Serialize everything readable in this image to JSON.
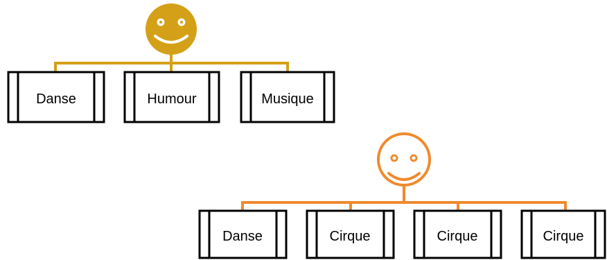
{
  "colors": {
    "top_tree": "#D4A017",
    "bottom_tree": "#F08A2E",
    "box_stroke": "#000000",
    "background": "#ffffff"
  },
  "top_tree": {
    "root_icon": "smiley-face-filled",
    "boxes": [
      {
        "label": "Danse"
      },
      {
        "label": "Humour"
      },
      {
        "label": "Musique"
      }
    ]
  },
  "bottom_tree": {
    "root_icon": "smiley-face-outline",
    "boxes": [
      {
        "label": "Danse"
      },
      {
        "label": "Cirque"
      },
      {
        "label": "Cirque"
      },
      {
        "label": "Cirque"
      }
    ]
  }
}
